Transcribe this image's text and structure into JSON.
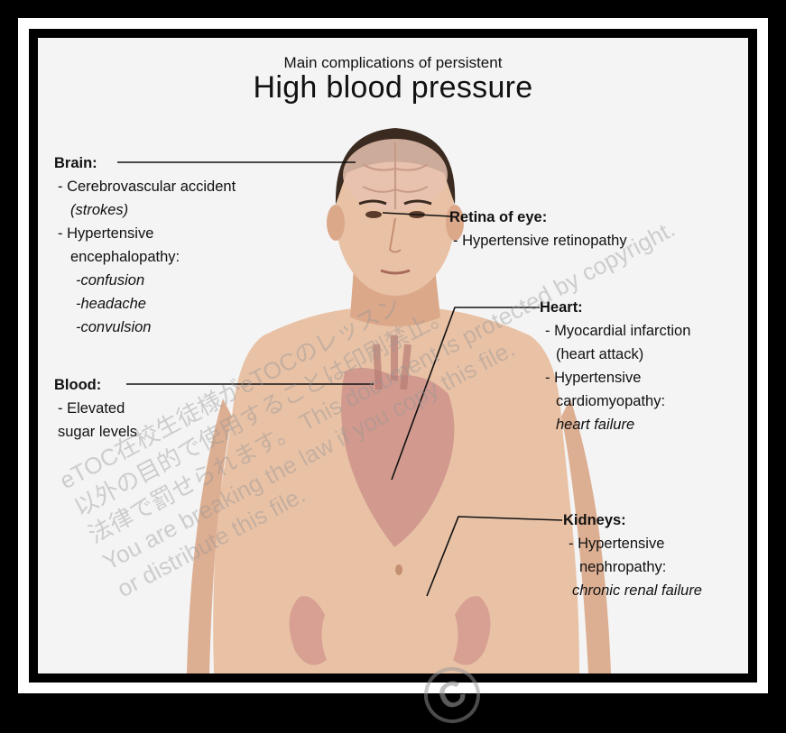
{
  "header": {
    "subtitle": "Main complications of persistent",
    "title": "High blood pressure"
  },
  "labels": {
    "brain": {
      "heading": "Brain:",
      "line1": "- Cerebrovascular accident",
      "line2": "(strokes)",
      "line3": "- Hypertensive",
      "line4": "encephalopathy:",
      "line5": "-confusion",
      "line6": "-headache",
      "line7": "-convulsion"
    },
    "blood": {
      "heading": "Blood:",
      "line1": "- Elevated",
      "line2": "sugar levels"
    },
    "retina": {
      "heading": "Retina of eye:",
      "line1": "- Hypertensive retinopathy"
    },
    "heart": {
      "heading": "Heart:",
      "line1": "- Myocardial infarction",
      "line2": "(heart attack)",
      "line3": "- Hypertensive",
      "line4": "cardiomyopathy:",
      "line5": "heart failure"
    },
    "kidneys": {
      "heading": "Kidneys:",
      "line1": "- Hypertensive",
      "line2": "nephropathy:",
      "line3": "chronic renal failure"
    }
  },
  "watermark": {
    "line1": "eTOC在校生徒様がeTOCのレッスン",
    "line2": "以外の目的で使用することは印刷禁止。",
    "line3": "法律で罰せられます。 This document is protected by copyright.",
    "line4": "You are breaking the law if you copy this file.",
    "line5": "or distribute this file.",
    "logo": "C"
  },
  "colors": {
    "skin": "#e9c2a6",
    "skin_shadow": "#d7a486",
    "hair": "#3a2a20",
    "heart": "#c98c86",
    "brain": "#e8c2b0",
    "kidney": "#d49a8e",
    "frame": "#000000"
  }
}
